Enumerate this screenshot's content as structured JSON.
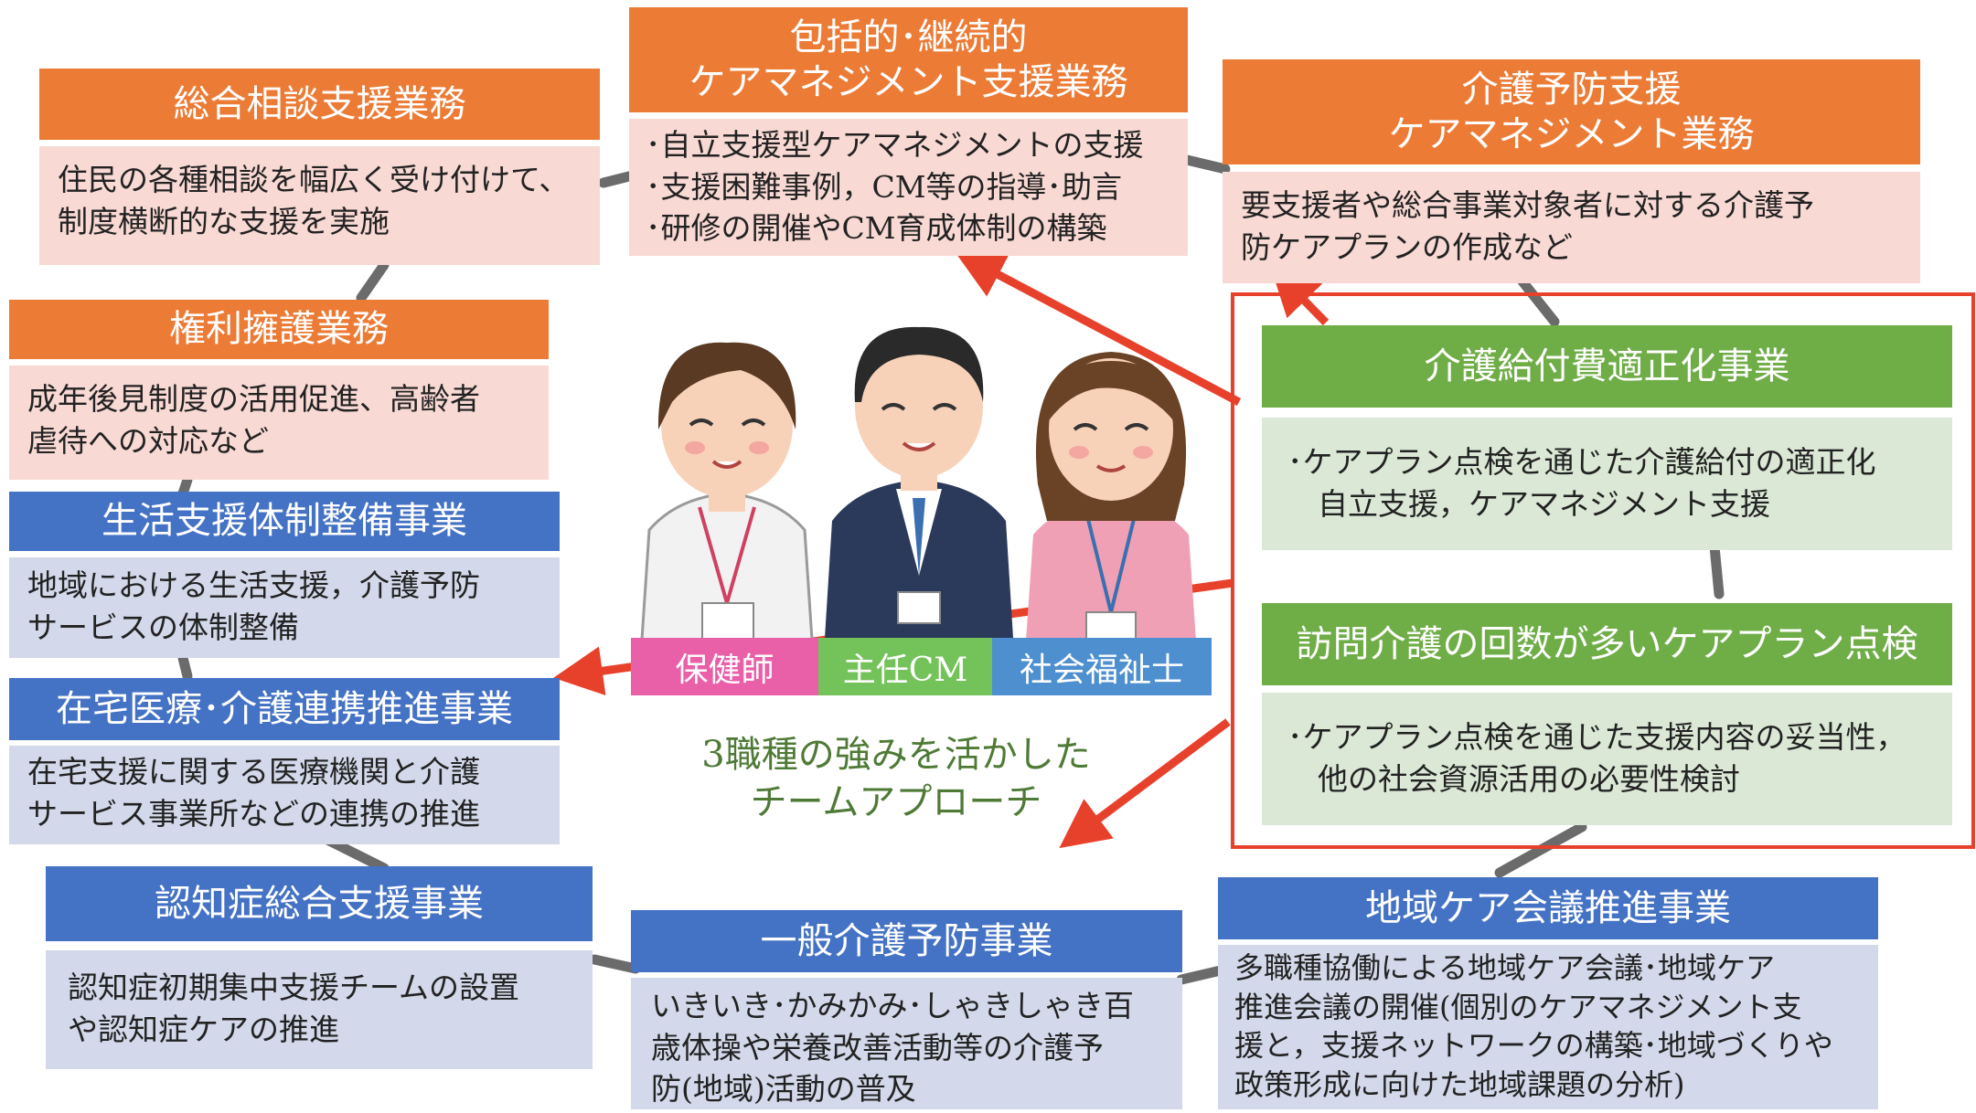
{
  "boxes": {
    "sogo": {
      "title": [
        "総合相談支援業務"
      ],
      "body": [
        "住民の各種相談を幅広く受け付けて、",
        "制度横断的な支援を実施"
      ]
    },
    "hokatsu": {
      "title": [
        "包括的･継続的",
        "ケアマネジメント支援業務"
      ],
      "body": [
        "･自立支援型ケアマネジメントの支援",
        "･支援困難事例，CM等の指導･助言",
        "･研修の開催やCM育成体制の構築"
      ]
    },
    "yobou_cm": {
      "title": [
        "介護予防支援",
        "ケアマネジメント業務"
      ],
      "body": [
        "要支援者や総合事業対象者に対する介護予",
        "防ケアプランの作成など"
      ]
    },
    "kenri": {
      "title": [
        "権利擁護業務"
      ],
      "body": [
        "成年後見制度の活用促進、高齢者",
        "虐待への対応など"
      ]
    },
    "seikatsu": {
      "title": [
        "生活支援体制整備事業"
      ],
      "body": [
        "地域における生活支援，介護予防",
        "サービスの体制整備"
      ]
    },
    "zaitaku": {
      "title": [
        "在宅医療･介護連携推進事業"
      ],
      "body": [
        "在宅支援に関する医療機関と介護",
        "サービス事業所などの連携の推進"
      ]
    },
    "ninchi": {
      "title": [
        "認知症総合支援事業"
      ],
      "body": [
        "認知症初期集中支援チームの設置",
        "や認知症ケアの推進"
      ]
    },
    "ippan": {
      "title": [
        "一般介護予防事業"
      ],
      "body": [
        "いきいき･かみかみ･しゃきしゃき百",
        "歳体操や栄養改善活動等の介護予",
        "防(地域)活動の普及"
      ]
    },
    "chiiki": {
      "title": [
        "地域ケア会議推進事業"
      ],
      "body": [
        "多職種協働による地域ケア会議･地域ケア",
        "推進会議の開催(個別のケアマネジメント支",
        "援と，支援ネットワークの構築･地域づくりや",
        "政策形成に向けた地域課題の分析)"
      ]
    },
    "tekisei": {
      "title": [
        "介護給付費適正化事業"
      ],
      "body": [
        "･ケアプラン点検を通じた介護給付の適正化",
        "　自立支援，ケアマネジメント支援"
      ]
    },
    "houmon": {
      "title": [
        "訪問介護の回数が多いケアプラン点検"
      ],
      "body": [
        "･ケアプラン点検を通じた支援内容の妥当性，",
        "　他の社会資源活用の必要性検討"
      ]
    }
  },
  "roles": [
    "保健師",
    "主任CM",
    "社会福祉士"
  ],
  "caption": [
    "3職種の強みを活かした",
    "チームアプローチ"
  ],
  "colors": {
    "orange_header": "#ec7b35",
    "blue_header": "#4472c4",
    "green_header": "#6fad47",
    "pink_body": "#f8d9d3",
    "lavender_body": "#d3d8ea",
    "mint_body": "#dbe8d5",
    "arrow_red": "#e8412b",
    "connector_gray": "#6b6b6b",
    "role_pink": "#e95fa8",
    "role_green": "#74c25a",
    "role_blue": "#4d8fcf"
  }
}
